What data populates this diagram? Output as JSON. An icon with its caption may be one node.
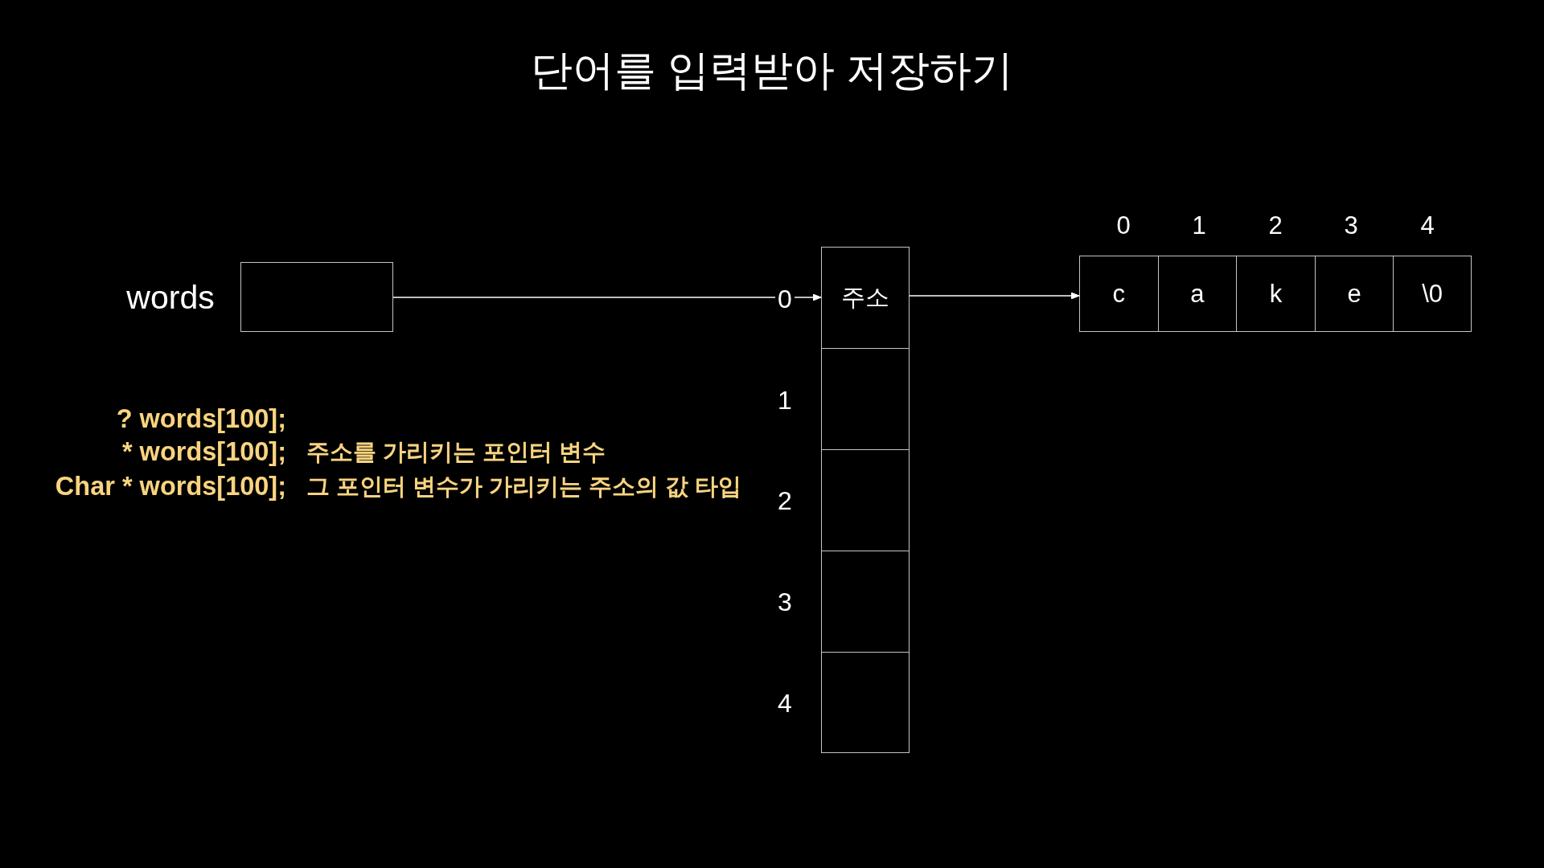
{
  "diagram": {
    "title": "단어를 입력받아 저장하기",
    "nodes": [
      {
        "text": [],
        "shape": "box",
        "beside": [
          "words"
        ]
      },
      {
        "text": [
          "주소"
        ],
        "beside": [
          "0"
        ]
      },
      {
        "text": [],
        "shape": "box",
        "beside": [
          "1"
        ]
      },
      {
        "text": [],
        "shape": "box",
        "beside": [
          "2"
        ]
      },
      {
        "text": [],
        "shape": "box",
        "beside": [
          "3"
        ]
      },
      {
        "text": [],
        "shape": "box",
        "beside": [
          "4"
        ]
      },
      {
        "text": [
          "c"
        ],
        "beside": [
          "0"
        ]
      },
      {
        "text": [
          "a"
        ],
        "beside": [
          "1"
        ]
      },
      {
        "text": [
          "k"
        ],
        "beside": [
          "2"
        ]
      },
      {
        "text": [
          "e"
        ],
        "beside": [
          "3"
        ]
      },
      {
        "text": [
          "\\0"
        ],
        "beside": [
          "4"
        ]
      }
    ],
    "edges": [
      {
        "from": 0,
        "to": 1,
        "arrow": "to"
      },
      {
        "from": 1,
        "to": 6,
        "arrow": "to"
      }
    ],
    "labels": [
      "? words[100];",
      "* words[100];",
      "주소를 가리키는 포인터 변수",
      "Char * words[100];",
      "그 포인터 변수가 가리키는 주소의 값 타입"
    ]
  }
}
